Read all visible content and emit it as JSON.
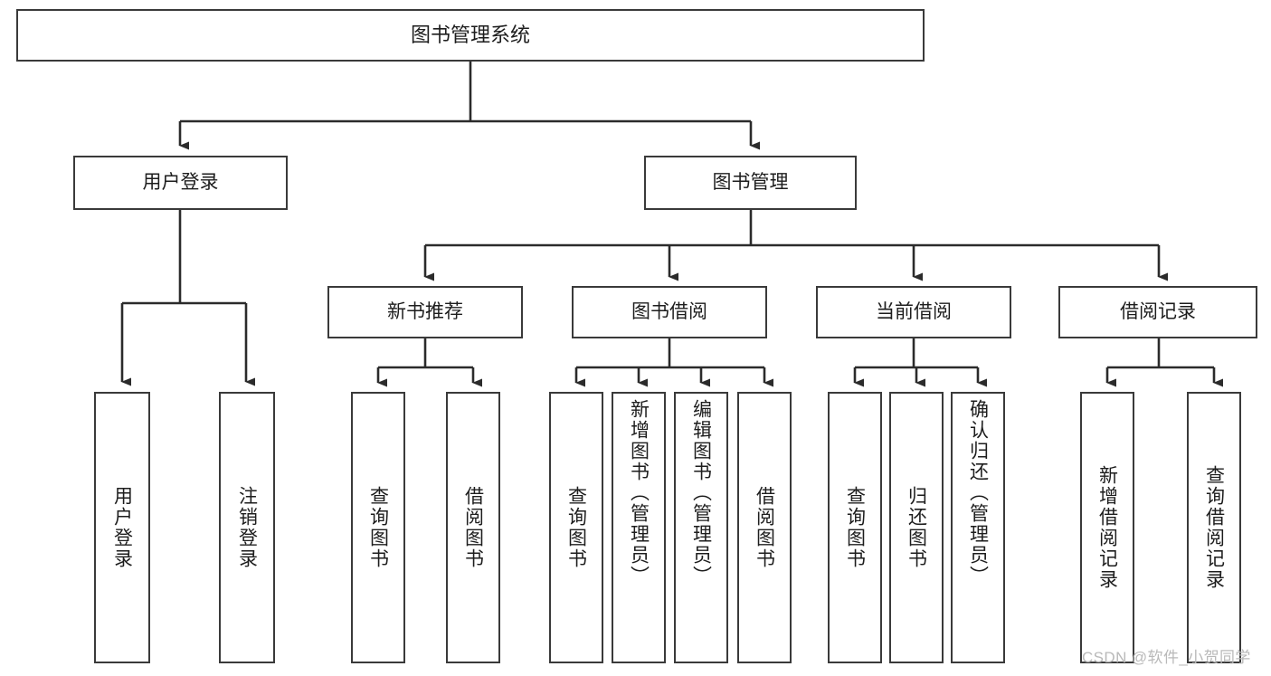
{
  "diagram": {
    "title": "图书管理系统",
    "type": "hierarchy-tree",
    "orientation": "top-down",
    "colors": {
      "box_border": "#3a3a3a",
      "box_fill": "#ffffff",
      "line": "#2b2b2b",
      "text": "#1d1d1d",
      "watermark": "#b9b9b9",
      "background": "#ffffff"
    },
    "root": {
      "label": "图书管理系统"
    },
    "level2": [
      {
        "label": "用户登录"
      },
      {
        "label": "图书管理"
      }
    ],
    "level3": [
      {
        "label": "新书推荐"
      },
      {
        "label": "图书借阅"
      },
      {
        "label": "当前借阅"
      },
      {
        "label": "借阅记录"
      }
    ],
    "leaves": {
      "user_login": [
        {
          "label": "用户登录"
        },
        {
          "label": "注销登录"
        }
      ],
      "new_book_recommend": [
        {
          "label": "查询图书"
        },
        {
          "label": "借阅图书"
        }
      ],
      "book_borrow": [
        {
          "label": "查询图书"
        },
        {
          "label": "新增图书（管理员）"
        },
        {
          "label": "编辑图书（管理员）"
        },
        {
          "label": "借阅图书"
        }
      ],
      "current_borrow": [
        {
          "label": "查询图书"
        },
        {
          "label": "归还图书"
        },
        {
          "label": "确认归还（管理员）"
        }
      ],
      "borrow_record": [
        {
          "label": "新增借阅记录"
        },
        {
          "label": "查询借阅记录"
        }
      ]
    },
    "watermark": "CSDN @软件_小贺同学"
  }
}
